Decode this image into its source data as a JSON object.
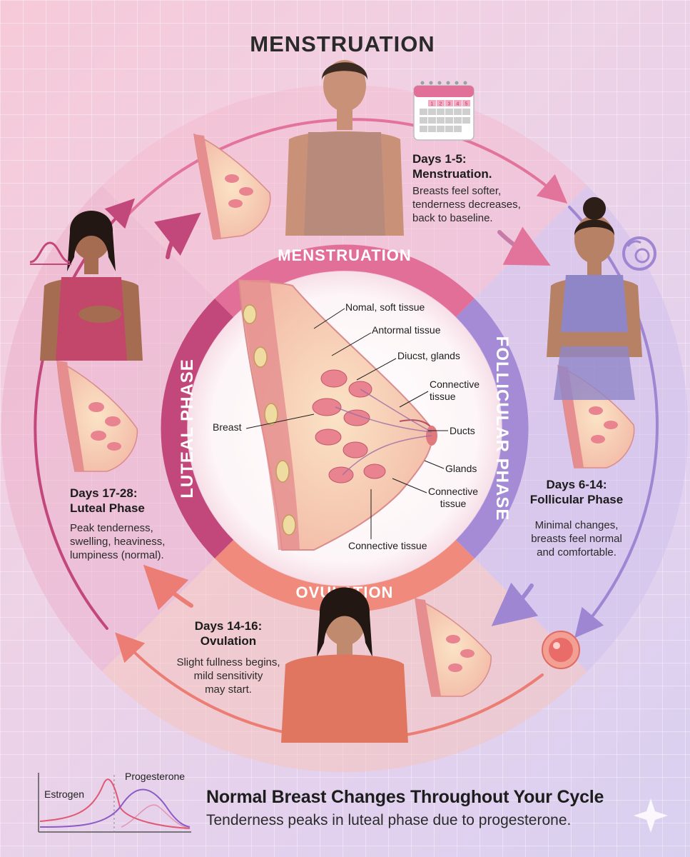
{
  "title": "MENSTRUATION",
  "ring": {
    "top": "MENSTRUATION",
    "right": "FOLLICULAR PHASE",
    "bottom": "OVULATION",
    "left": "LUTEAL PHASE"
  },
  "phases": {
    "menstruation": {
      "heading_line1": "Days 1-5:",
      "heading_line2": "Menstruation.",
      "desc": [
        "Breasts feel softer,",
        "tenderness decreases,",
        "back to baseline."
      ]
    },
    "follicular": {
      "heading_line1": "Days 6-14:",
      "heading_line2": "Follicular Phase",
      "desc": [
        "Minimal changes,",
        "breasts feel normal",
        "and comfortable."
      ]
    },
    "ovulation": {
      "heading_line1": "Days 14-16:",
      "heading_line2": "Ovulation",
      "desc": [
        "Slight fullness begins,",
        "mild sensitivity",
        "may start."
      ]
    },
    "luteal": {
      "heading_line1": "Days 17-28:",
      "heading_line2": "Luteal Phase",
      "desc": [
        "Peak tenderness,",
        "swelling, heaviness,",
        "lumpiness (normal)."
      ]
    }
  },
  "anatomy_labels": {
    "normal_tissue": "Nomal, soft tissue",
    "abnormal_tissue": "Antormal tissue",
    "ducts_glands": "Diucst, glands",
    "connective_1": [
      "Connective",
      "tissue"
    ],
    "breast": "Breast",
    "ducts": "Ducts",
    "glands": "Glands",
    "connective_2": [
      "Connective",
      "tissue"
    ],
    "connective_3": "Connective tissue"
  },
  "calendar": {
    "days": [
      "1",
      "2",
      "3",
      "4",
      "5"
    ]
  },
  "hormone_chart": {
    "estrogen_label": "Estrogen",
    "progesterone_label": "Progesterone"
  },
  "footer": {
    "title": "Normal Breast Changes Throughout Your Cycle",
    "subtitle": "Tenderness peaks in luteal phase due to progesterone."
  },
  "colors": {
    "menstruation": "#e2739a",
    "follicular": "#a58bd6",
    "ovulation": "#f08a7c",
    "luteal": "#c2477a"
  }
}
